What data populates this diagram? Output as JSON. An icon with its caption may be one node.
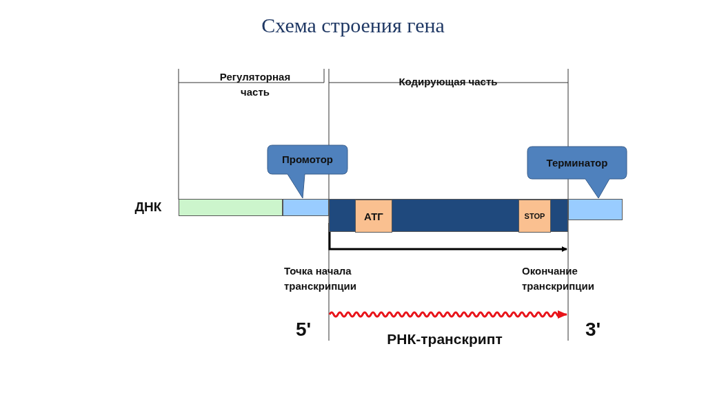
{
  "diagram": {
    "title": "Схема строения гена",
    "nodes": [
      {
        "text": [],
        "shape": "bar"
      },
      {
        "text": [],
        "shape": "bar"
      },
      {
        "text": [],
        "shape": "bar"
      },
      {
        "text": [
          "АТГ"
        ],
        "in": 2
      },
      {
        "text": [
          "STOP"
        ],
        "in": 2
      },
      {
        "text": [],
        "shape": "bar"
      },
      {
        "text": [
          "Промотор"
        ]
      },
      {
        "text": [
          "Терминатор"
        ]
      }
    ],
    "labels": [
      "Регуляторная часть",
      "Кодирующая часть",
      "ДНК",
      "Точка начала транскрипции",
      "Окончание транскрипции",
      "5'",
      "3'",
      "РНК-транскрипт"
    ]
  }
}
